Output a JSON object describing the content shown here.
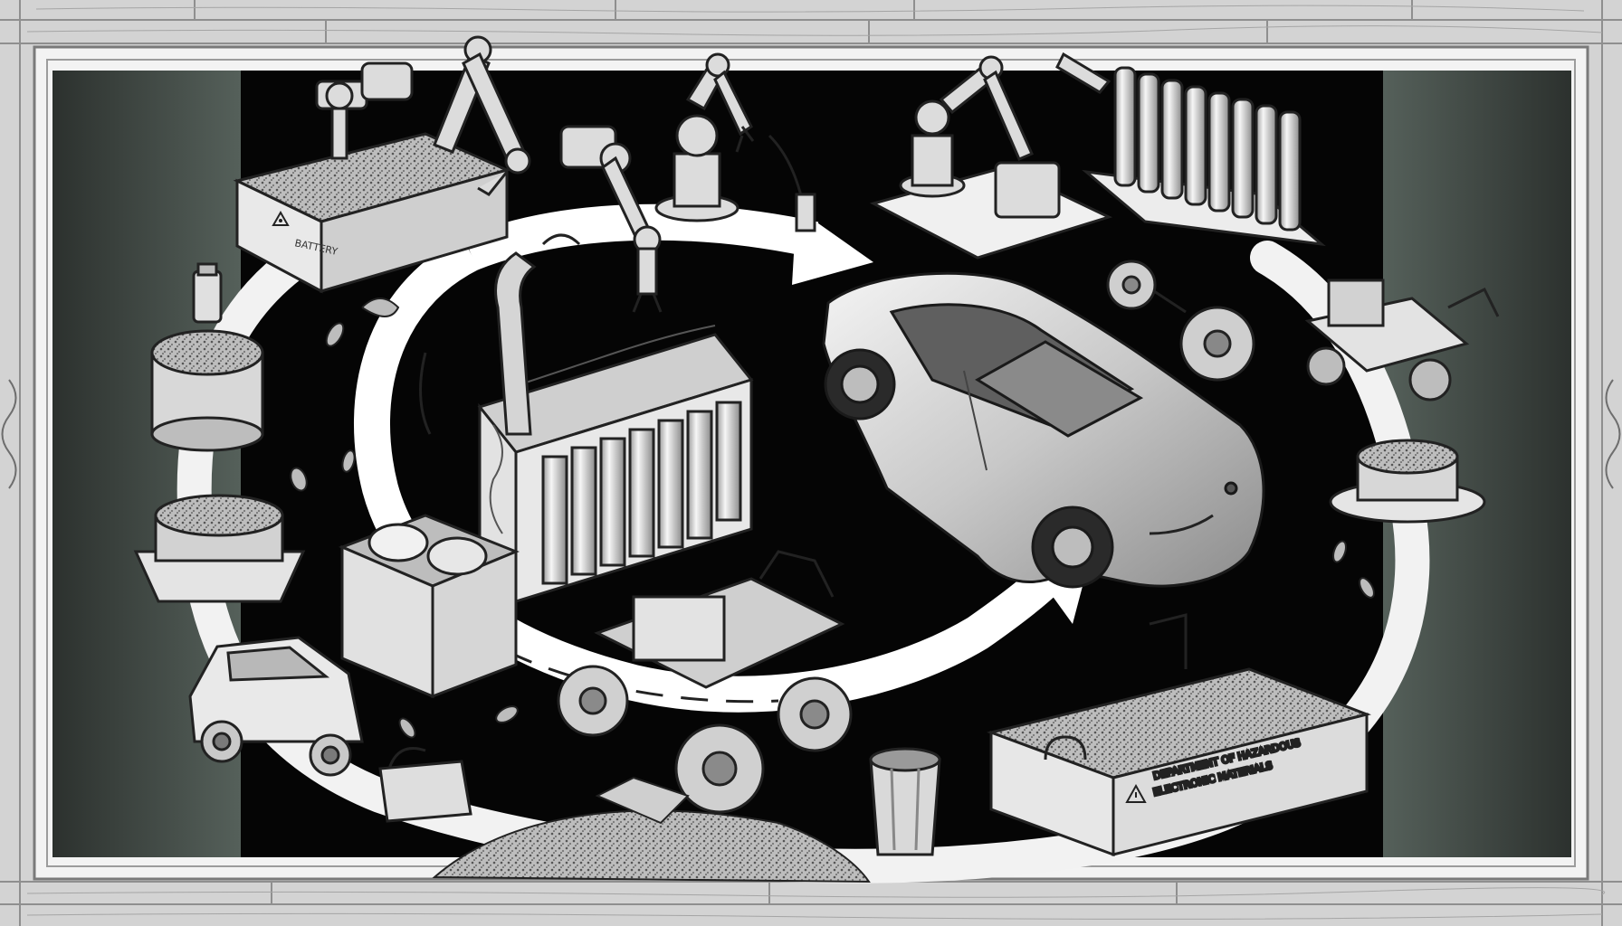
{
  "colors": {
    "wall": "#d2d2d2",
    "plank_line": "#8a8a8a",
    "frame": "#f2f2f2",
    "board": "#040404",
    "side_panel": "#3d433f",
    "arrow": "#ffffff",
    "ink": "#1a1a1a",
    "metal_light": "#e6e6e6",
    "metal_mid": "#b4b4b4",
    "metal_dark": "#6e6e6e"
  },
  "labels": {
    "bin_top_left": "BATTERY",
    "crate_bottom_right_line1": "DEPARTMENT OF HAZARDOUS",
    "crate_bottom_right_line2": "ELECTRONIC MATERIALS"
  },
  "icons": {
    "recycle": "recycle-icon",
    "warning": "warning-triangle-icon"
  }
}
